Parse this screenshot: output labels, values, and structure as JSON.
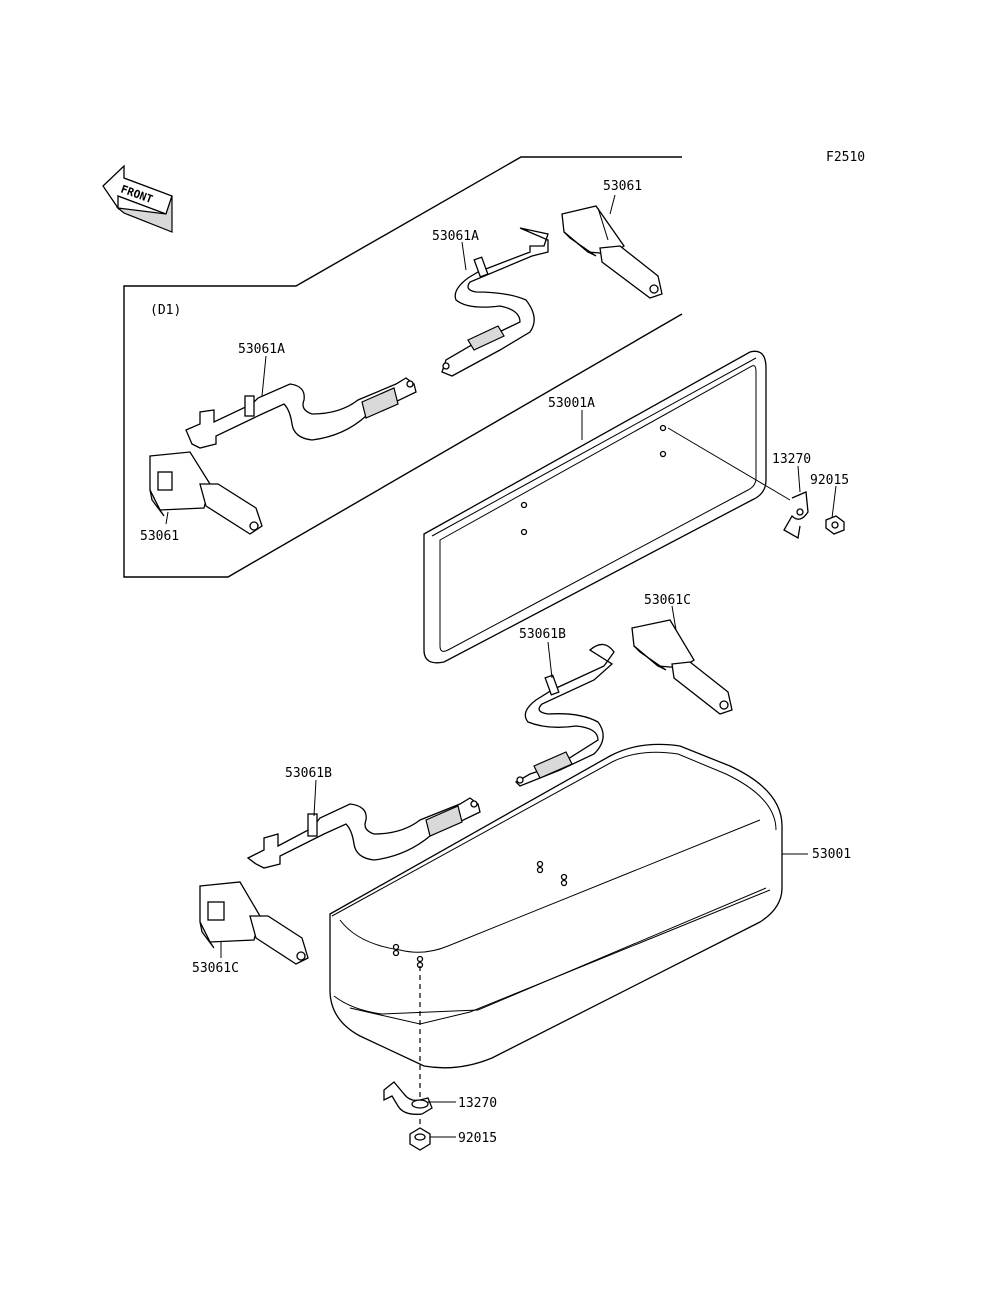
{
  "figure_code": "F2510",
  "front_arrow_label": "FRONT",
  "group_label": "(D1)",
  "callouts": {
    "belt_53061_top": "53061",
    "belt_53061a_top": "53061A",
    "belt_53061a_d1": "53061A",
    "belt_53061_d1": "53061",
    "backrest_53001a": "53001A",
    "clamp_13270_top": "13270",
    "nut_92015_top": "92015",
    "belt_53061c_right": "53061C",
    "belt_53061b_right": "53061B",
    "belt_53061b_left": "53061B",
    "seat_53001": "53001",
    "belt_53061c_left": "53061C",
    "clamp_13270_bottom": "13270",
    "nut_92015_bottom": "92015"
  }
}
